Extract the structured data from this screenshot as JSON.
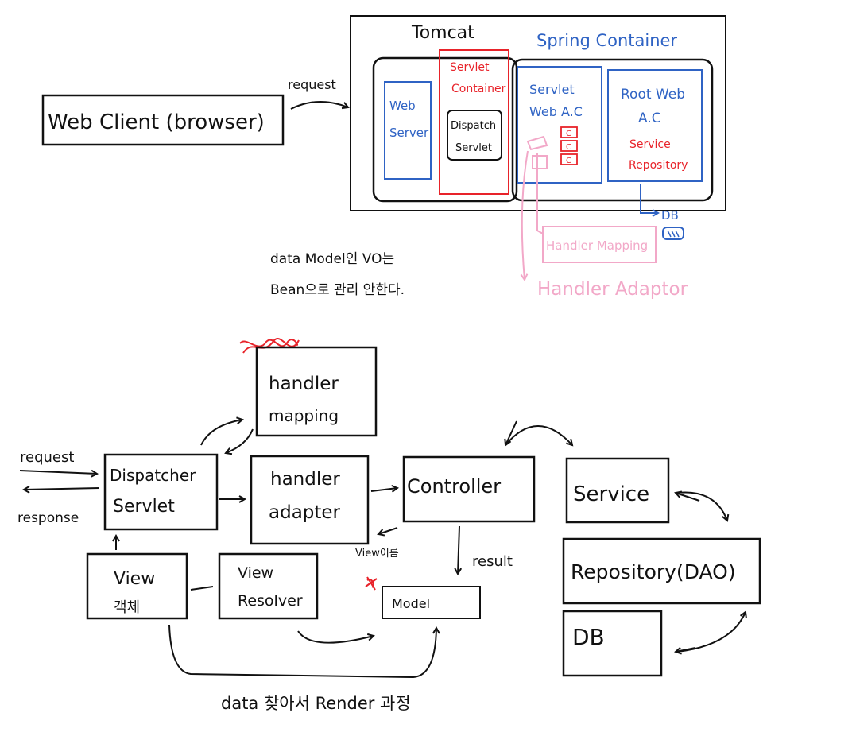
{
  "colors": {
    "ink": "#111111",
    "red": "#e8232a",
    "blue": "#2f63c4",
    "pink": "#f2a8c8"
  },
  "top": {
    "web_client": "Web Client (browser)",
    "request": "request",
    "tomcat": "Tomcat",
    "spring_container": "Spring Container",
    "web_server": [
      "Web",
      "Server"
    ],
    "servlet_container": [
      "Servlet",
      "Container"
    ],
    "dispatcher_servlet": [
      "Dispatch",
      "Servlet"
    ],
    "servlet_web_ac": [
      "Servlet",
      "Web A.C"
    ],
    "c_boxes": [
      "C",
      "C",
      "C"
    ],
    "root_web_ac": [
      "Root Web",
      "A.C"
    ],
    "service": "Service",
    "repository": "Repository",
    "db": "DB",
    "handler_mapping": "Handler Mapping",
    "handler_adaptor": "Handler Adaptor",
    "note": [
      "data Model인 VO는",
      "Bean으로 관리 안한다."
    ]
  },
  "bottom": {
    "request": "request",
    "response": "response",
    "dispatcher_servlet": [
      "Dispatcher",
      "Servlet"
    ],
    "handler_mapping": [
      "handler",
      "mapping"
    ],
    "handler_adapter": [
      "handler",
      "adapter"
    ],
    "controller": "Controller",
    "view_name": "View이름",
    "result": "result",
    "model": "Model",
    "view_object": [
      "View",
      "객체"
    ],
    "view_resolver": [
      "View",
      "Resolver"
    ],
    "service": "Service",
    "repository": "Repository(DAO)",
    "db": "DB",
    "render_note": "data 찾아서 Render 과정"
  }
}
